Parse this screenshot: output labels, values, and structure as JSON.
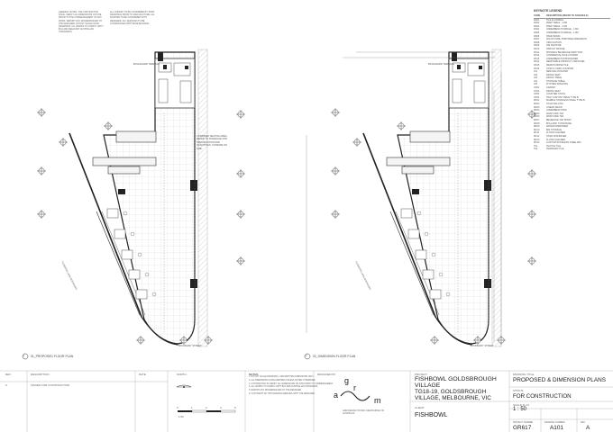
{
  "top_notes": {
    "block1": "GENERAL NOTES. THE CONTRACTOR SHALL VERIFY ALL DIMENSIONS ON SITE PRIOR TO THE COMMENCEMENT OF ANY WORK. REPORT ANY DISCREPANCIES TO THE DESIGNER. DO NOT SCALE FROM DRAWINGS. ALL WORKS TO COMPLY WITH BCA AND RELEVANT AUSTRALIAN STANDARDS.",
    "block2": "ALL JOINERY TO BE CONFIRMED BY SHOP DRAWINGS PRIOR TO MANUFACTURE. ALL FINISHES TO BE CONFIRMED WITH DESIGNER. ALL SERVICES TO BE COORDINATED WITH BASE BUILDING."
  },
  "legend": {
    "title": "KEYNOTE LEGEND",
    "header_code": "CODE",
    "header_desc": "DESCRIPTION (REFER TO SCHEDULE)",
    "rows": [
      [
        "DS01",
        "TILE FLOORING"
      ],
      [
        "DS02",
        "PREP TABLE - 1.8M"
      ],
      [
        "DS03",
        "PREP TABLE - 1.5M"
      ],
      [
        "DS04",
        "UNDERBENCH FRIDGE - 1.5M"
      ],
      [
        "DS05",
        "UNDERBENCH FRIDGE - 1.8M"
      ],
      [
        "DS06",
        "HAND BASIN"
      ],
      [
        "DS07",
        "SOLID CORE, PORTABLE DIMENSION"
      ],
      [
        "DS08",
        "CIRCULATION"
      ],
      [
        "DS09",
        "ICE MACHINE"
      ],
      [
        "DS10",
        "DISPLAY FRIDGE"
      ],
      [
        "DS11",
        "SPINNING BEVERAGE PARTITION"
      ],
      [
        "DS12",
        "COMMERCIAL RICE COOKER"
      ],
      [
        "DS13",
        "UNDERBENCH DISHWASHER"
      ],
      [
        "DS14",
        "REMOVABLE PRODUCT CAROUSEL"
      ],
      [
        "DS15",
        "MERCHANDISE TILE"
      ],
      [
        "DS16",
        "CASH & CARD COUNTER"
      ],
      [
        "J01",
        "SERVICE COUNTER"
      ],
      [
        "J02",
        "DINING SEAT"
      ],
      [
        "J03",
        "DINING TABLE"
      ],
      [
        "J04",
        "STORAGE TABLE"
      ],
      [
        "J05",
        "KITCHEN SHELVING"
      ],
      [
        "CP01",
        "CARPET"
      ],
      [
        "CP02",
        "DINING SEAT"
      ],
      [
        "CP03",
        "COUNTER STOOL"
      ],
      [
        "CP04",
        "HIGH CUSTOM TABLE TYPE B"
      ],
      [
        "MF01",
        "MARBLE STAINLESS STEEL TYPE B"
      ],
      [
        "MF02",
        "STUD WALLING"
      ],
      [
        "MF03",
        "LINEAR DRAIN"
      ],
      [
        "MF04",
        "UNDERBENCH BIN"
      ],
      [
        "MF05",
        "WASH SINK TAP"
      ],
      [
        "MF06",
        "WASH SINK TAP"
      ],
      [
        "MF07",
        "BEVERAGE TAP SPRAY"
      ],
      [
        "MF08",
        "BOLLARD, TOWN BASE"
      ],
      [
        "MF09",
        "WATER DISPENSER"
      ],
      [
        "MF10",
        "BIN STORAGE"
      ],
      [
        "MF11",
        "FLOOR CLEANER"
      ],
      [
        "MF12",
        "STAIR DISPENSER"
      ],
      [
        "MF13",
        "FLOOR CLEANER"
      ],
      [
        "MF14",
        "CUSTOM STAINLESS STEEL BIN"
      ],
      [
        "T01",
        "TEXTILE TILE"
      ],
      [
        "T02",
        "TERRAZZO TILE"
      ]
    ]
  },
  "plans": {
    "left_label": "01_PROPOSED FLOOR PLAN",
    "right_label": "02_DIMENSION FLOOR PLAN",
    "left_num": "1",
    "right_num": "2",
    "top_street": "BOULEVARD TERRACE",
    "bottom_street": "BOUNDARY STREET",
    "diag_street": "FLINDERS LANE BOUNDARY",
    "annotation": "COMBINED SEATING AREA. REFER TO SCHEDULE FOR SPECIFICATION AND QUANTITIES. CONFIRM ON SITE."
  },
  "title_block": {
    "rev_header": "REV",
    "desc_header": "DESCRIPTION",
    "date_header": "DATE",
    "rev_row": "ISSUED FOR CONSTRUCTION",
    "north_label": "NORTH",
    "scale_values": [
      "0",
      "1",
      "2",
      "3",
      "5"
    ],
    "scale_unit": "1:50",
    "notes_title": "NOTES",
    "notes": [
      "1. DO NOT SCALE DRAWINGS. USE WRITTEN DIMENSIONS ONLY.",
      "2. ALL DIMENSIONS IN MILLIMETRES UNLESS NOTED OTHERWISE.",
      "3. CONTRACTOR TO VERIFY ALL DIMENSIONS ON SITE PRIOR TO COMMENCEMENT.",
      "4. ALL WORKS TO COMPLY WITH BCA AND AUSTRALIAN STANDARDS.",
      "5. REPORT ANY DISCREPANCIES TO THE DESIGNER.",
      "6. COPYRIGHT OF THIS DRAWING REMAINS WITH THE DESIGNER."
    ],
    "designer_label": "DESIGNED BY",
    "logo_g": "g",
    "logo_r": "r",
    "logo_a": "a",
    "logo_m": "m",
    "designer_address": "GRM DESIGN STUDIO, MELBOURNE VIC AUSTRALIA",
    "project_label": "PROJECT",
    "project_name": "FISHBOWL GOLDSBROUGH VILLAGE",
    "project_address": "TG18-19, GOLDSBROUGH VILLAGE, MELBOURNE, VIC",
    "client_label": "CLIENT",
    "client_name": "FISHBOWL",
    "drawing_title_label": "DRAWING TITLE",
    "drawing_title": "PROPOSED & DIMENSION PLANS",
    "status_label": "STATUS",
    "status": "FOR CONSTRUCTION",
    "scale_label": "SCALE @ A1",
    "scale": "1 : 50",
    "project_no_label": "PROJECT NUMBER",
    "project_no": "GR617",
    "drawing_no_label": "DRAWING NUMBER",
    "drawing_no": "A101",
    "rev_label": "REV",
    "rev": "A"
  }
}
